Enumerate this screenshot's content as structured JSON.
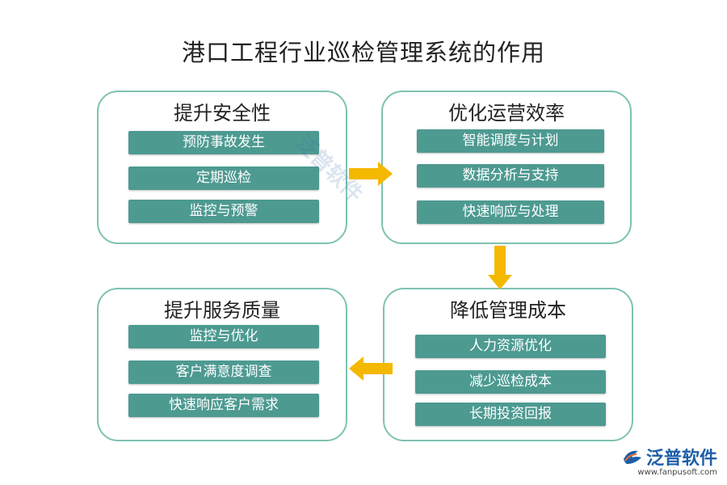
{
  "title": "港口工程行业巡检管理系统的作用",
  "boxes": [
    {
      "title": "提升安全性",
      "items": [
        "预防事故发生",
        "定期巡检",
        "监控与预警"
      ]
    },
    {
      "title": "优化运营效率",
      "items": [
        "智能调度与计划",
        "数据分析与支持",
        "快速响应与处理"
      ]
    },
    {
      "title": "降低管理成本",
      "items": [
        "人力资源优化",
        "减少巡检成本",
        "长期投资回报"
      ]
    },
    {
      "title": "提升服务质量",
      "items": [
        "监控与优化",
        "客户满意度调查",
        "快速响应客户需求"
      ]
    }
  ],
  "watermark": "泛普软件",
  "logo": {
    "name": "泛普软件",
    "url": "www.fanpusoft.com",
    "icon": "fanpu-logo-icon"
  },
  "colors": {
    "border": "#7ec2b2",
    "item_fill": "#4d9a91",
    "arrow": "#f5b800",
    "logo": "#1d5fa8"
  }
}
